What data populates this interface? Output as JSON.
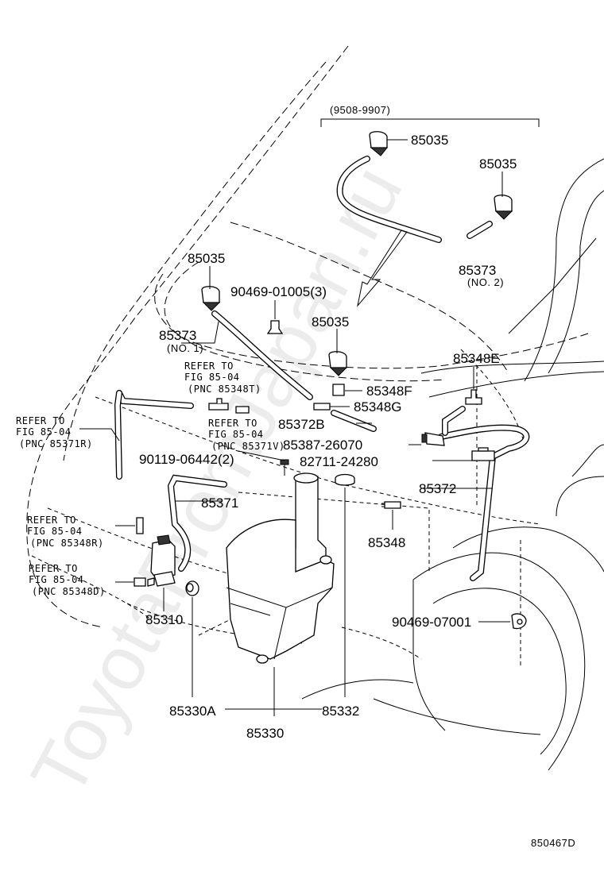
{
  "watermark": "ToyotaFromJapan.ru",
  "figure_code": "850467D",
  "date_range": "(9508-9907)",
  "parts": {
    "p85035_a": "85035",
    "p85035_b": "85035",
    "p85035_c": "85035",
    "p85035_d": "85035",
    "p85373_upper": "85373",
    "p85373_upper_note": "(NO. 2)",
    "p85373_lower": "85373",
    "p85373_lower_note": "(NO. 1)",
    "p90469_01005": "90469-01005(3)",
    "p85348E": "85348E",
    "p85348F": "85348F",
    "p85348G": "85348G",
    "p85372B": "85372B",
    "p85387": "85387-26070",
    "p82711": "82711-24280",
    "p85372": "85372",
    "p90119": "90119-06442(2)",
    "p85371": "85371",
    "p85348": "85348",
    "p90469_07001": "90469-07001",
    "p85310": "85310",
    "p85330A": "85330A",
    "p85330": "85330",
    "p85332": "85332"
  },
  "refers": {
    "r85348T": {
      "l1": "REFER TO",
      "l2": "FIG 85-04",
      "l3": "(PNC 85348T)"
    },
    "r85371V": {
      "l1": "REFER TO",
      "l2": "FIG 85-04",
      "l3": "(PNC 85371V)"
    },
    "r85371R": {
      "l1": "REFER TO",
      "l2": "FIG 85-04",
      "l3": "(PNC 85371R)"
    },
    "r85348R": {
      "l1": "REFER TO",
      "l2": "FIG 85-04",
      "l3": "(PNC 85348R)"
    },
    "r85348D": {
      "l1": "REFER TO",
      "l2": "FIG 85-04",
      "l3": "(PNC 85348D)"
    }
  }
}
